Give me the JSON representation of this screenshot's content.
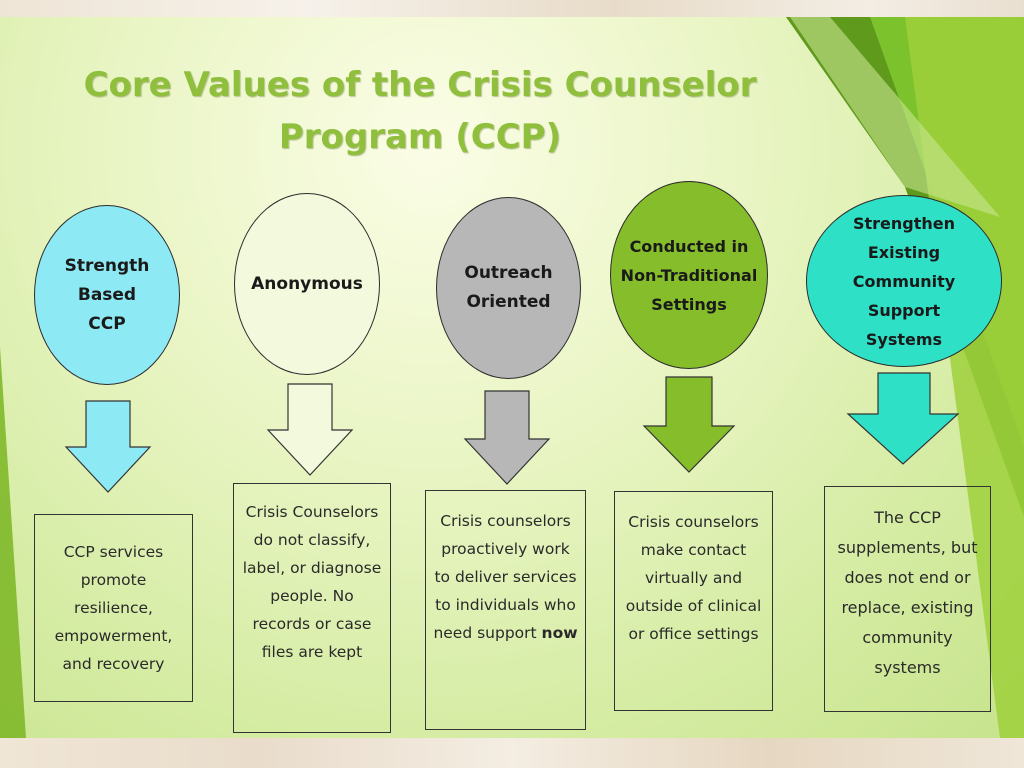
{
  "title": {
    "line1": "Core Values of the Crisis Counselor",
    "line2": "Program (CCP)"
  },
  "values": [
    {
      "label": "Strength\nBased\nCCP",
      "color": "#8deaf4",
      "description": "CCP services\npromote\nresilience,\nempowerment,\nand recovery"
    },
    {
      "label": "Anonymous",
      "color": "#f3f9dc",
      "description": "Crisis Counselors\ndo not classify,\nlabel, or diagnose\npeople. No\nrecords or case\nfiles are kept"
    },
    {
      "label": "Outreach\nOriented",
      "color": "#b7b7b7",
      "description_prefix": "Crisis counselors\nproactively work\nto deliver services\nto individuals who\nneed support ",
      "description_emphasis": "now"
    },
    {
      "label": "Conducted in\nNon-Traditional\nSettings",
      "color": "#86bd2b",
      "description": "Crisis counselors\nmake contact\nvirtually and\noutside of clinical\nor office settings"
    },
    {
      "label": "Strengthen\nExisting\nCommunity\nSupport\nSystems",
      "color": "#2ee0c5",
      "description": "The CCP\nsupplements, but\ndoes not end or\nreplace, existing\ncommunity\nsystems"
    }
  ],
  "colors": {
    "title": "#8fbf3c",
    "accent_dark_green": "#5f9a1c",
    "accent_light_green": "#9fd03c"
  }
}
